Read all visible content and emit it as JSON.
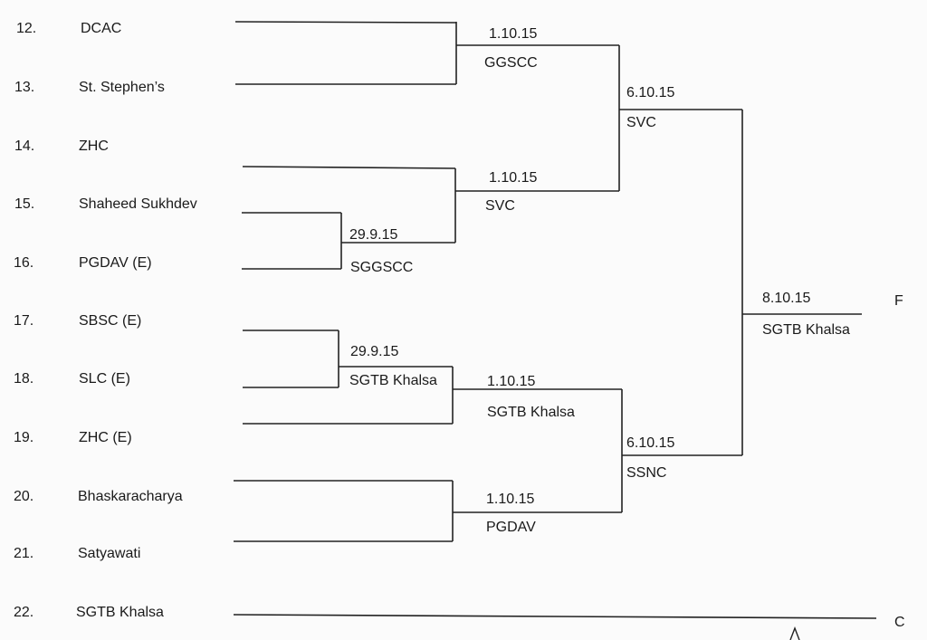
{
  "teams": [
    {
      "num": "12.",
      "name": "DCAC"
    },
    {
      "num": "13.",
      "name": "St. Stephen’s"
    },
    {
      "num": "14.",
      "name": "ZHC"
    },
    {
      "num": "15.",
      "name": "Shaheed Sukhdev"
    },
    {
      "num": "16.",
      "name": "PGDAV (E)"
    },
    {
      "num": "17.",
      "name": "SBSC (E)"
    },
    {
      "num": "18.",
      "name": "SLC (E)"
    },
    {
      "num": "19.",
      "name": "ZHC (E)"
    },
    {
      "num": "20.",
      "name": "Bhaskaracharya"
    },
    {
      "num": "21.",
      "name": "Satyawati"
    },
    {
      "num": "22.",
      "name": "SGTB Khalsa"
    }
  ],
  "matches": [
    {
      "date": "1.10.15",
      "winner": "GGSCC"
    },
    {
      "date": "1.10.15",
      "winner": "SVC"
    },
    {
      "date": "29.9.15",
      "winner": "SGGSCC"
    },
    {
      "date": "6.10.15",
      "winner": "SVC"
    },
    {
      "date": "29.9.15",
      "winner": "SGTB Khalsa"
    },
    {
      "date": "1.10.15",
      "winner": "SGTB Khalsa"
    },
    {
      "date": "1.10.15",
      "winner": "PGDAV"
    },
    {
      "date": "6.10.15",
      "winner": "SSNC"
    },
    {
      "date": "8.10.15",
      "winner": "SGTB Khalsa"
    }
  ],
  "markers": {
    "final": "F",
    "c": "C"
  }
}
